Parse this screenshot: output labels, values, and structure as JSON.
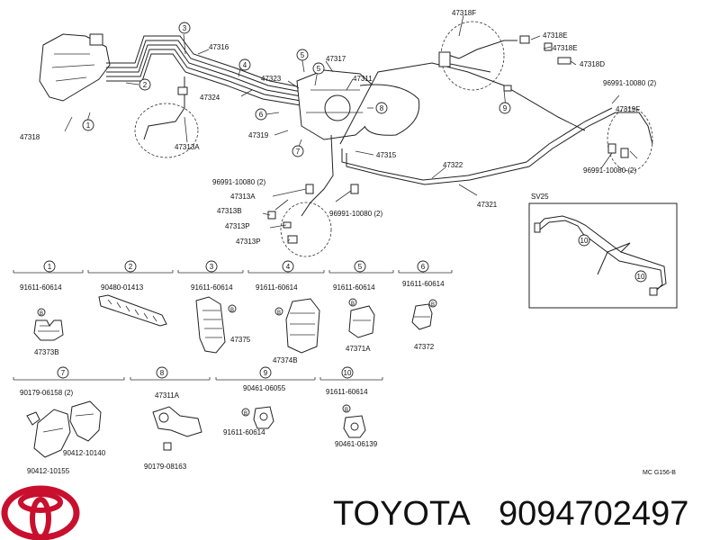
{
  "diagram": {
    "code": "MC G156-B",
    "inset_title": "SV25",
    "callouts": [
      {
        "id": "c1",
        "text": "1"
      },
      {
        "id": "c2",
        "text": "2"
      },
      {
        "id": "c3",
        "text": "3"
      },
      {
        "id": "c4",
        "text": "4"
      },
      {
        "id": "c5a",
        "text": "5"
      },
      {
        "id": "c5b",
        "text": "5"
      },
      {
        "id": "c6",
        "text": "6"
      },
      {
        "id": "c7",
        "text": "7"
      },
      {
        "id": "c8",
        "text": "8"
      },
      {
        "id": "c9",
        "text": "9"
      },
      {
        "id": "c10a",
        "text": "10"
      },
      {
        "id": "c10b",
        "text": "10"
      }
    ],
    "part_labels": {
      "p47318": "47318",
      "p47316": "47316",
      "p47324": "47324",
      "p47313A": "47313A",
      "p47323": "47323",
      "p47317": "47317",
      "p47311": "47311",
      "p47319": "47319",
      "p47315": "47315",
      "p47322": "47322",
      "p47321": "47321",
      "p47318F": "47318F",
      "p47318E1": "47318E",
      "p47318E2": "47318E",
      "p47318D": "47318D",
      "p96991a": "96991-10080 (2)",
      "p47319F": "47319F",
      "p96991b": "96991-10080 (2)",
      "p96991c": "96991-10080 (2)",
      "p47313A2": "47313A",
      "p47313B": "47313B",
      "p47313P": "47313P",
      "p96991d": "96991-10080 (2)",
      "p47313P2": "47313P"
    },
    "details": [
      {
        "num": "1",
        "labels": [
          "91611-60614",
          "47373B"
        ]
      },
      {
        "num": "2",
        "labels": [
          "90480-01413"
        ]
      },
      {
        "num": "3",
        "labels": [
          "91611-60614",
          "47375"
        ]
      },
      {
        "num": "4",
        "labels": [
          "91611-60614",
          "47374B"
        ]
      },
      {
        "num": "5",
        "labels": [
          "91611-60614",
          "47371A"
        ]
      },
      {
        "num": "6",
        "labels": [
          "91611-60614",
          "47372"
        ]
      },
      {
        "num": "7",
        "labels": [
          "90179-06158 (2)",
          "90412-10140",
          "90412-10155"
        ]
      },
      {
        "num": "8",
        "labels": [
          "47311A",
          "90179-08163"
        ]
      },
      {
        "num": "9",
        "labels": [
          "90461-06055",
          "91611-60614"
        ]
      },
      {
        "num": "10",
        "labels": [
          "91611-60614",
          "90461-06139"
        ]
      }
    ],
    "b_marker": "B"
  },
  "footer": {
    "brand": "TOYOTA",
    "part_number": "9094702497"
  },
  "colors": {
    "logo": "#c8102e",
    "ink": "#111111"
  }
}
